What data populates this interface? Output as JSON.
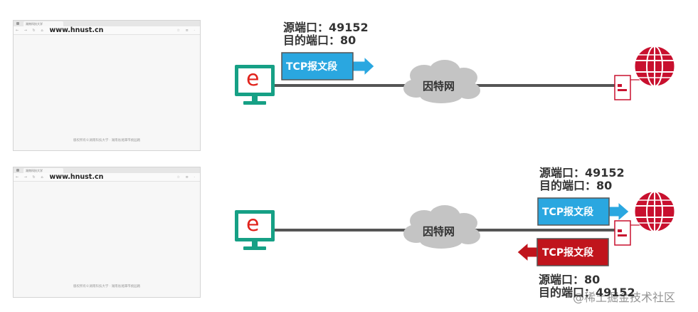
{
  "browser": {
    "url": "www.hnust.cn",
    "tab_title": "湖南科技大学",
    "nav_glyphs": "← → ↻ ⌂",
    "tool_glyphs": "☆ ≡ ·",
    "footer_text": "版权所有©湖南科技大学 · 湖南省湘潭市桃园路"
  },
  "panel1": {
    "src_label": "源端口：49152",
    "dst_label": "目的端口：80",
    "segment_label": "TCP报文段",
    "cloud_label": "因特网"
  },
  "panel2": {
    "src_label": "源端口：49152",
    "dst_label": "目的端口：80",
    "segment_label": "TCP报文段",
    "reply_segment_label": "TCP报文段",
    "cloud_label": "因特网",
    "reply_src_label": "源端口：80",
    "reply_dst_label": "目的端口：49152"
  },
  "watermark": "@稀土掘金技术社区",
  "colors": {
    "segment_blue": "#2aa7e0",
    "segment_red": "#c0141c",
    "client_green": "#16a085",
    "server_red": "#c8102e",
    "line_gray": "#555555",
    "cloud_gray": "#c4c4c4"
  }
}
